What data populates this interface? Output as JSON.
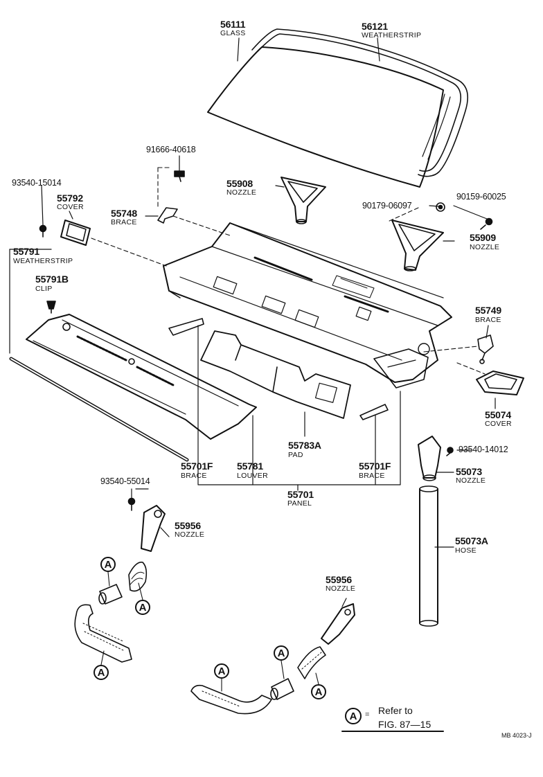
{
  "parts": {
    "p56111": {
      "number": "56111",
      "name": "GLASS"
    },
    "p56121": {
      "number": "56121",
      "name": "WEATHERSTRIP"
    },
    "p91666": {
      "number": "91666-40618"
    },
    "p93540a": {
      "number": "93540-15014"
    },
    "p55792": {
      "number": "55792",
      "name": "COVER"
    },
    "p55908": {
      "number": "55908",
      "name": "NOZZLE"
    },
    "p55748": {
      "number": "55748",
      "name": "BRACE"
    },
    "p90179": {
      "number": "90179-06097"
    },
    "p90159": {
      "number": "90159-60025"
    },
    "p55909": {
      "number": "55909",
      "name": "NOZZLE"
    },
    "p55791": {
      "number": "55791",
      "name": "WEATHERSTRIP"
    },
    "p55791B": {
      "number": "55791B",
      "name": "CLIP"
    },
    "p55749": {
      "number": "55749",
      "name": "BRACE"
    },
    "p55074": {
      "number": "55074",
      "name": "COVER"
    },
    "p93540b": {
      "number": "93540-14012"
    },
    "p55783A": {
      "number": "55783A",
      "name": "PAD"
    },
    "p55701Fl": {
      "number": "55701F",
      "name": "BRACE"
    },
    "p55781": {
      "number": "55781",
      "name": "LOUVER"
    },
    "p55701Fr": {
      "number": "55701F",
      "name": "BRACE"
    },
    "p55073": {
      "number": "55073",
      "name": "NOZZLE"
    },
    "p55701": {
      "number": "55701",
      "name": "PANEL"
    },
    "p93540c": {
      "number": "93540-55014"
    },
    "p55956a": {
      "number": "55956",
      "name": "NOZZLE"
    },
    "p55073A": {
      "number": "55073A",
      "name": "HOSE"
    },
    "p55956b": {
      "number": "55956",
      "name": "NOZZLE"
    }
  },
  "callout_letter": "A",
  "legend": {
    "equals": "=",
    "line1": "Refer to",
    "line2": "FIG. 87—15"
  },
  "drawing_code": "MB 4023-J"
}
